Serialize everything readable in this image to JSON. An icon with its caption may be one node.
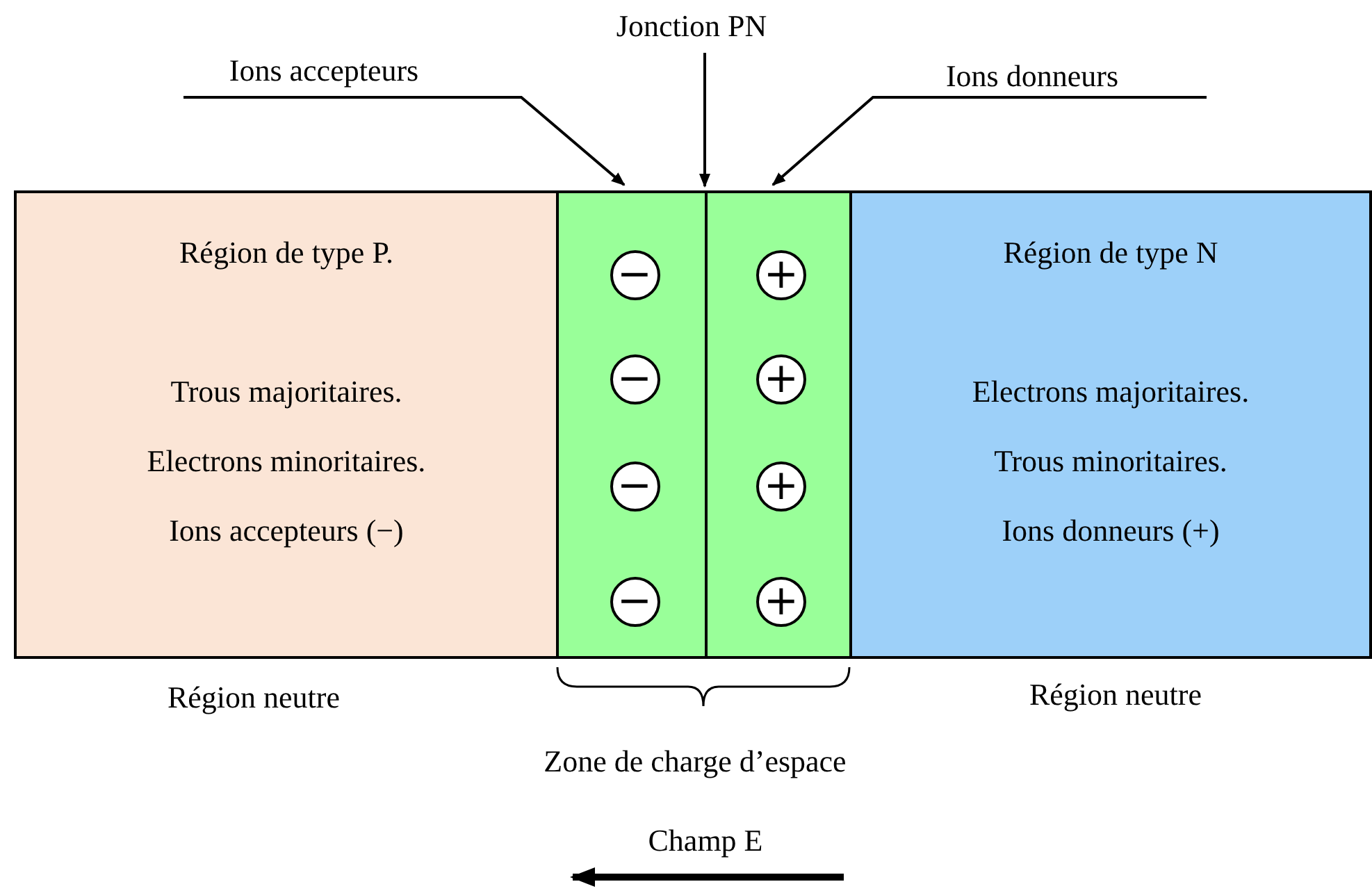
{
  "diagram": {
    "nodes": [
      {
        "text": [
          "Jonction PN"
        ]
      },
      {
        "text": [
          "Ions accepteurs"
        ]
      },
      {
        "text": [
          "Ions donneurs"
        ]
      },
      {
        "text": [
          "Région de type P.",
          "Trous majoritaires.",
          "Electrons minoritaires.",
          "Ions accepteurs (−)"
        ],
        "beside": [
          "Région neutre"
        ]
      },
      {
        "text": [],
        "shape": "box"
      },
      {
        "text": [],
        "shape": "box"
      },
      {
        "text": [
          "Région de type N",
          "Electrons majoritaires.",
          "Trous minoritaires.",
          "Ions donneurs (+)"
        ],
        "beside": [
          "Région neutre"
        ]
      },
      {
        "text": [
          "−"
        ],
        "in": 4
      },
      {
        "text": [
          "−"
        ],
        "in": 4
      },
      {
        "text": [
          "−"
        ],
        "in": 4
      },
      {
        "text": [
          "−"
        ],
        "in": 4
      },
      {
        "text": [
          "+"
        ],
        "in": 5
      },
      {
        "text": [
          "+"
        ],
        "in": 5
      },
      {
        "text": [
          "+"
        ],
        "in": 5
      },
      {
        "text": [
          "+"
        ],
        "in": 5
      }
    ],
    "edges": [
      {
        "from": 1,
        "to": 4,
        "arrow": "to"
      },
      {
        "from": 0,
        "to": 5,
        "arrow": "to"
      },
      {
        "from": 2,
        "to": 5,
        "arrow": "to"
      }
    ],
    "labels": [
      "Zone de charge d’espace",
      "Champ E"
    ]
  }
}
